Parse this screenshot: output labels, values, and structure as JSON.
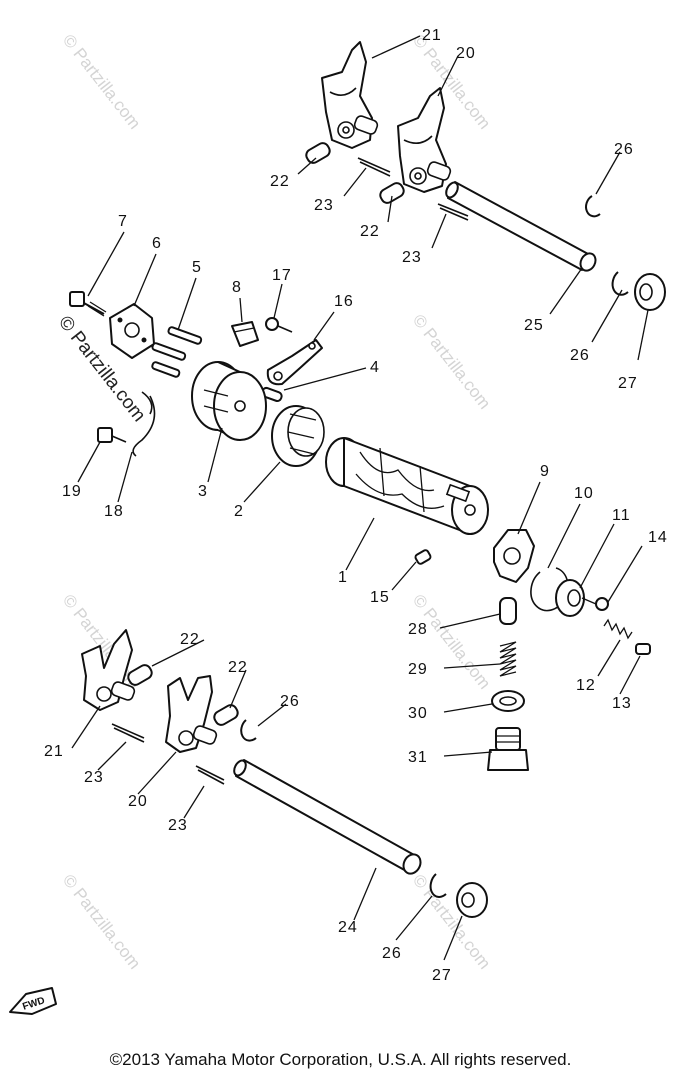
{
  "watermark": "© Partzilla.com",
  "copyright": "©2013  Yamaha Motor Corporation, U.S.A. All rights reserved.",
  "fwd_label": "FWD",
  "callouts": {
    "c1": "1",
    "c2": "2",
    "c3": "3",
    "c4": "4",
    "c5": "5",
    "c6": "6",
    "c7": "7",
    "c8": "8",
    "c9": "9",
    "c10": "10",
    "c11": "11",
    "c12": "12",
    "c13": "13",
    "c14": "14",
    "c15": "15",
    "c16": "16",
    "c17": "17",
    "c18": "18",
    "c19": "19",
    "c20a": "20",
    "c20b": "20",
    "c21a": "21",
    "c21b": "21",
    "c22a": "22",
    "c22b": "22",
    "c22c": "22",
    "c22d": "22",
    "c23a": "23",
    "c23b": "23",
    "c23c": "23",
    "c23d": "23",
    "c24": "24",
    "c25": "25",
    "c26a": "26",
    "c26b": "26",
    "c26c": "26",
    "c26d": "26",
    "c27a": "27",
    "c27b": "27",
    "c28": "28",
    "c29": "29",
    "c30": "30",
    "c31": "31"
  }
}
